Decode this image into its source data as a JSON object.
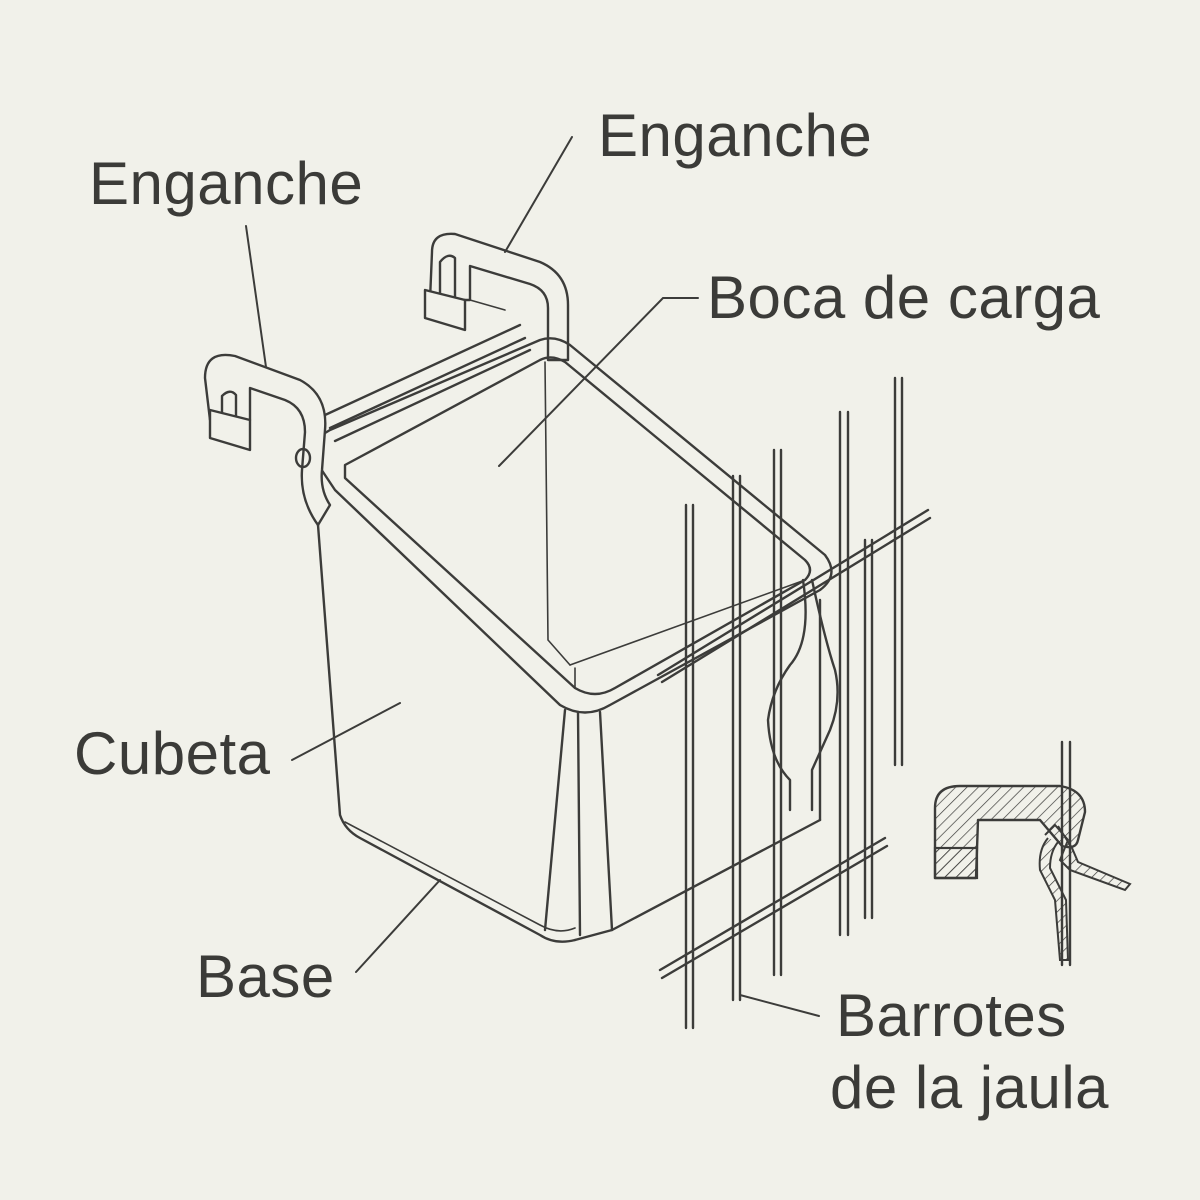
{
  "labels": {
    "hook_left": "Enganche",
    "hook_right": "Enganche",
    "mouth": "Boca de carga",
    "bucket": "Cubeta",
    "base": "Base",
    "bars_line1": "Barrotes",
    "bars_line2": "de la jaula"
  },
  "colors": {
    "background": "#f1f1ea",
    "ink": "#3c3c3a",
    "text": "#3b3b38"
  }
}
